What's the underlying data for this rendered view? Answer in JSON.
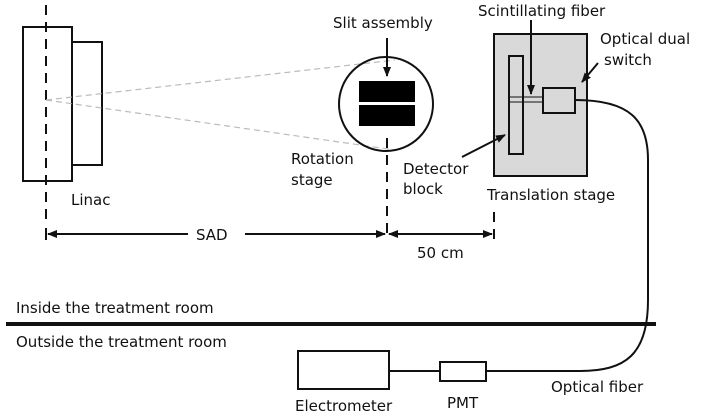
{
  "labels": {
    "linac": "Linac",
    "slit_assembly": "Slit assembly",
    "rotation_stage_1": "Rotation",
    "rotation_stage_2": "stage",
    "detector_block_1": "Detector",
    "detector_block_2": "block",
    "scintillating_fiber": "Scintillating fiber",
    "optical_dual_switch_1": "Optical dual",
    "optical_dual_switch_2": "switch",
    "translation_stage": "Translation stage",
    "sad": "SAD",
    "distance": "50 cm",
    "inside_room": "Inside the treatment room",
    "outside_room": "Outside the treatment room",
    "electrometer": "Electrometer",
    "pmt": "PMT",
    "optical_fiber": "Optical fiber"
  },
  "colors": {
    "stroke": "#111111",
    "stage_fill": "#d9d9d9",
    "beam_line": "#bbbbbb",
    "slit_fill": "#000000"
  }
}
